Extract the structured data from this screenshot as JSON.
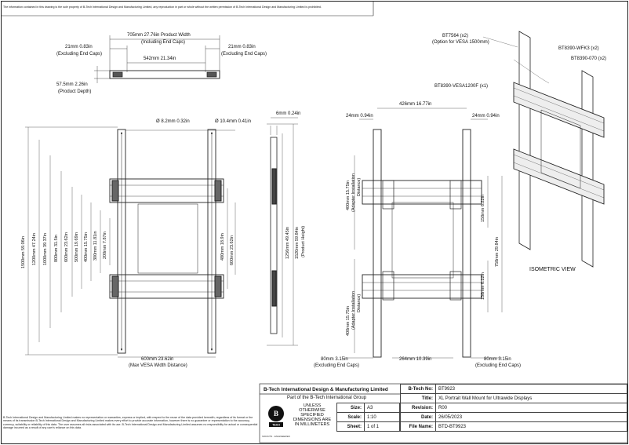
{
  "header_notice": "The information contained in this drawing is the sole property of B-Tech International Design and Manufacturing Limited, any reproduction in part or whole without the written permission of B-Tech International Design and Manufacturing Limited is prohibited.",
  "top_view": {
    "product_width": "705mm  27.76in  Product Width",
    "including_end_caps": "(Including End Caps)",
    "left_cap": "21mm  0.83in",
    "left_cap_note": "(Excluding End Caps)",
    "right_cap": "21mm  0.83in",
    "right_cap_note": "(Excluding End Caps)",
    "inner_width": "542mm  21.34in",
    "depth": "57.5mm  2.26in",
    "depth_note": "(Product Depth)"
  },
  "front_view": {
    "hole_small": "Ø 8.2mm  0.32in",
    "hole_large": "Ø 10.4mm  0.41in",
    "v1500": "1500mm  59.06in",
    "v1200": "1200mm  47.24in",
    "v1000": "1000mm  39.37in",
    "v800": "800mm  31.5in",
    "v600": "600mm  23.62in",
    "v500": "500mm  19.69in",
    "v400": "400mm  15.75in",
    "v300": "300mm  11.81in",
    "v200": "200mm  7.87in",
    "v480": "480mm  18.9in",
    "v600r": "600mm  23.62in",
    "max_vesa": "600mm  23.62in",
    "max_vesa_note": "(Max VESA Width Distance)"
  },
  "side_view": {
    "thickness": "6mm  0.24in",
    "h1256": "1256mm  49.45in",
    "h1520": "1520mm  59.84in",
    "product_height": "(Product Height)"
  },
  "adapter_view": {
    "bt7564": "BT7564 (x2)",
    "bt7564_note": "(Option for VESA 1500mm)",
    "bt8390_vesa": "BT8390-VESA1200F (x1)",
    "w426": "426mm  16.77in",
    "w24l": "24mm  0.94in",
    "w24r": "24mm  0.94in",
    "adapter_top": "400mm  15.75in",
    "adapter_top_note1": "(Adapter Installation",
    "adapter_top_note2": "Distance)",
    "adapter_bot": "400mm  15.75in",
    "adapter_bot_note1": "(Adapter Installation",
    "adapter_bot_note2": "Distance)",
    "h158a": "158mm  6.22in",
    "h158b": "158mm  6.22in",
    "h758": "758mm  29.84in",
    "b80l": "80mm  3.15in",
    "b80l_note": "(Excluding End Caps)",
    "b264": "264mm  10.39in",
    "b80r": "80mm  3.15in",
    "b80r_note": "(Excluding End Caps)"
  },
  "isometric": {
    "wfk3": "BT8390-WFK3 (x2)",
    "p070": "BT8390-070 (x2)",
    "label": "ISOMETRIC VIEW"
  },
  "title_block": {
    "company": "B-Tech International Design & Manufacturing Limited",
    "group": "Part of the B-Tech International Group",
    "units": "UNLESS OTHERWISE SPECIFIED DIMENSIONS ARE IN MILLIMETERS",
    "logo_text": "B-TECH",
    "size_label": "Size:",
    "size_value": "A3",
    "scale_label": "Scale:",
    "scale_value": "1:10",
    "sheet_label": "Sheet:",
    "sheet_value": "1 of 1",
    "btech_no_label": "B-Tech No:",
    "btech_no_value": "BT9923",
    "title_label": "Title:",
    "title_value": "XL Portrait Wall Mount for Ultrawide Displays",
    "revision_label": "Revision:",
    "revision_value": "R00",
    "date_label": "Date:",
    "date_value": "26/05/2023",
    "filename_label": "File Name:",
    "filename_value": "BTD-BT9923"
  },
  "disclaimer": "B-Tech International Design and Manufacturing Limited makes no representation or warranties, express or implied, with respect to the reuse of the data provided herewith, regardless of its format or the means of its transmission B-Tech International Design and Manufacturing Limited makes every effort to provide accurate information, however there is no guarantee or representation to the accuracy, currency, suitability or reliability of this data. The user assumes all risks associated with its use. B-Tech International Design and Manufacturing Limited assumes no responsibility for actual or consequential damage incurred as a result of any user's reliance on this data."
}
